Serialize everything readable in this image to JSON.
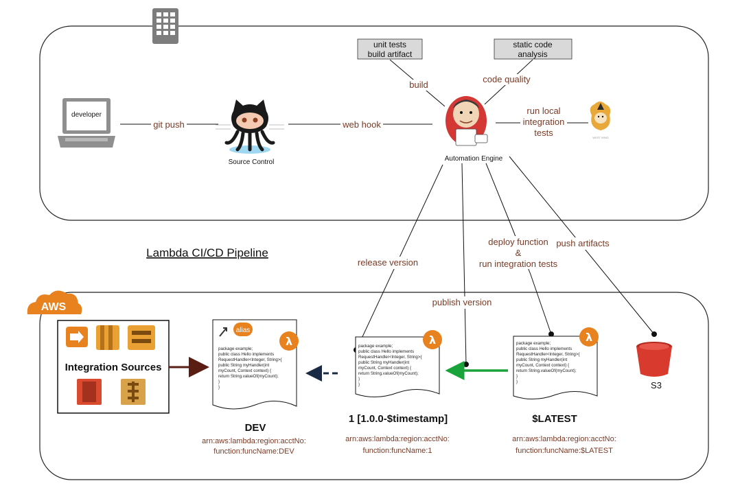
{
  "title": "Lambda CI/CD Pipeline",
  "aws_badge": "AWS",
  "developer": {
    "label": "developer"
  },
  "source_control": {
    "label": "Source Control"
  },
  "automation": {
    "label": "Automation Engine"
  },
  "boxes": {
    "build": {
      "line1": "unit tests",
      "line2": "build artifact"
    },
    "quality": {
      "line1": "static code",
      "line2": "analysis"
    }
  },
  "edges": {
    "git_push": "git push",
    "web_hook": "web hook",
    "build": "build",
    "code_quality": "code quality",
    "local_tests": [
      "run local",
      "integration",
      "tests"
    ],
    "deploy": [
      "deploy function",
      "&",
      "run integration tests"
    ],
    "push_artifacts": "push artifacts",
    "release_version": "release version",
    "publish_version": "publish version"
  },
  "integration": {
    "label": "Integration Sources"
  },
  "code_lines": [
    "package example;",
    "public class Hello implements",
    "RequestHandler<Integer, String>{",
    "   public String myHandler(int",
    "myCount, Context context) {",
    "      return String.valueOf(myCount);",
    "   }",
    "}"
  ],
  "dev": {
    "alias_badge": "alias",
    "name": "DEV",
    "arn1": "arn:aws:lambda:region:acctNo:",
    "arn2": "function:funcName:DEV"
  },
  "v1": {
    "name": "1  [1.0.0-$timestamp]",
    "arn1": "arn:aws:lambda:region:acctNo:",
    "arn2": "function:funcName:1"
  },
  "latest": {
    "name": "$LATEST",
    "arn1": "arn:aws:lambda:region:acctNo:",
    "arn2": "function:funcName:$LATEST"
  },
  "s3": {
    "label": "S3"
  },
  "colors": {
    "label": "#7a3a26",
    "lambda": "#e8821e",
    "arrow_green": "#1aa33a",
    "arrow_dark": "#5a1d14",
    "dashed": "#1a2a44",
    "s3": "#d93a2e"
  }
}
